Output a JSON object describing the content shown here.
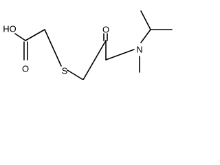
{
  "molecule": {
    "atoms": [
      {
        "id": "oh",
        "label": "HO"
      },
      {
        "id": "o_carboxyl",
        "label": "O"
      },
      {
        "id": "s",
        "label": "S"
      },
      {
        "id": "o_amide",
        "label": "O"
      },
      {
        "id": "n",
        "label": "N"
      }
    ],
    "bond_color": "#000000",
    "label_color": "#000000",
    "background": "#ffffff"
  }
}
